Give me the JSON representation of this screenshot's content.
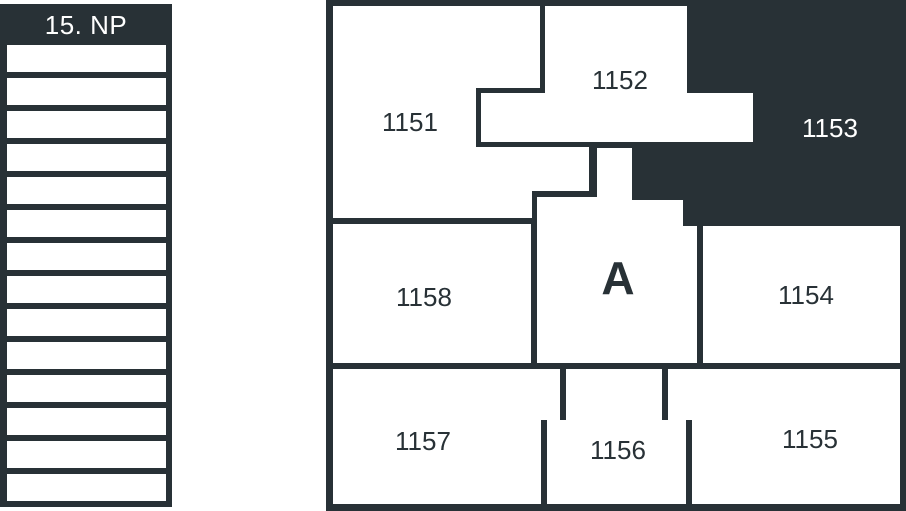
{
  "floor": {
    "label": "15. NP",
    "row_count": 14
  },
  "rooms": {
    "r1151": "1151",
    "r1152": "1152",
    "r1153": "1153",
    "core": "A",
    "r1154": "1154",
    "r1155": "1155",
    "r1156": "1156",
    "r1157": "1157",
    "r1158": "1158"
  },
  "colors": {
    "wall": "#283136",
    "room": "#ffffff",
    "selected": "#283136"
  }
}
